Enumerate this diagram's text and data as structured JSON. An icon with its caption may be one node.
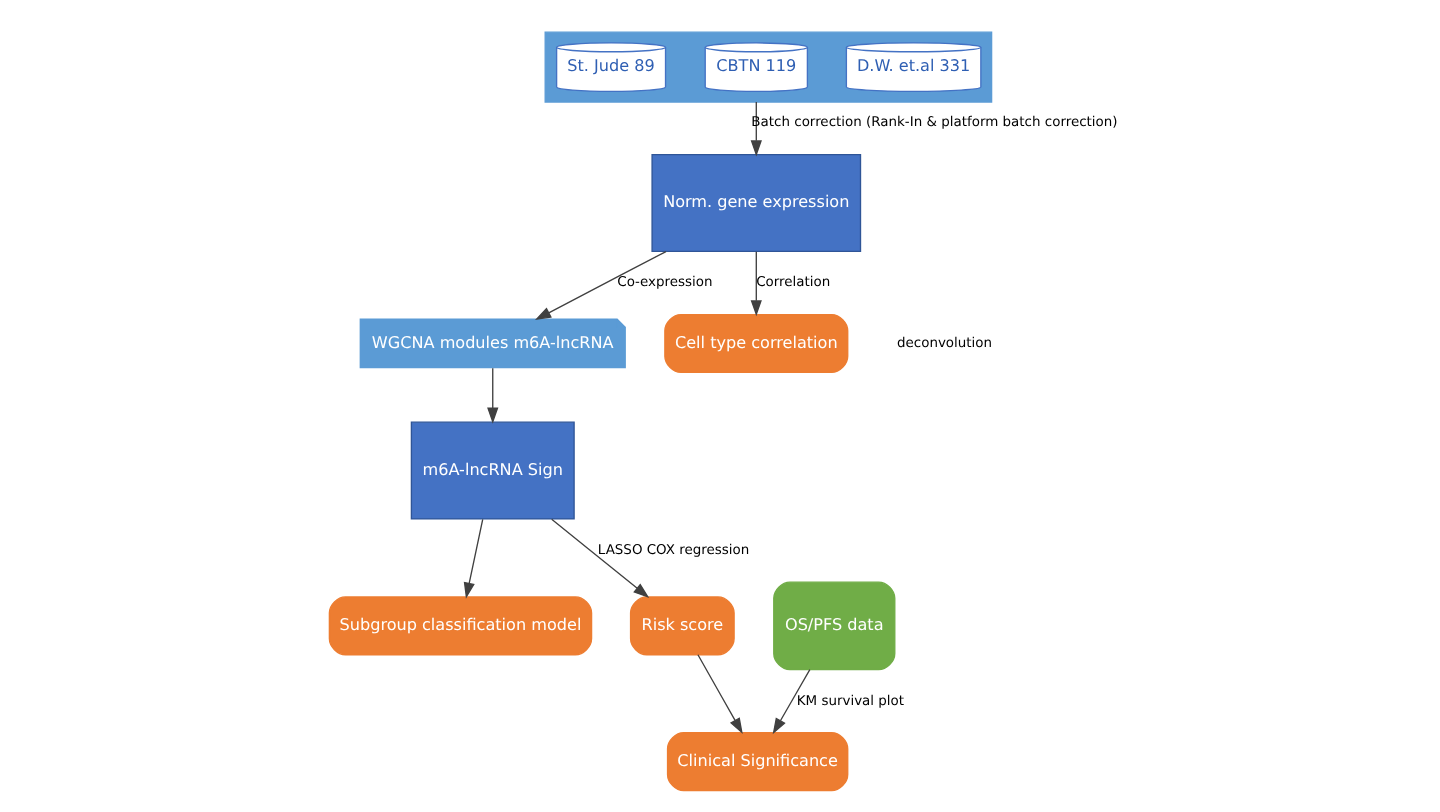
{
  "diagram": {
    "nodes": [
      {
        "text": [],
        "shape": "box"
      },
      {
        "text": [
          "D.W. et.al 331"
        ],
        "in": 0
      },
      {
        "text": [
          "CBTN 119"
        ],
        "in": 0
      },
      {
        "text": [
          "St. Jude 89"
        ],
        "in": 0
      },
      {
        "text": [
          "Norm. gene expression"
        ]
      },
      {
        "text": [
          "WGCNA modules m6A-lncRNA"
        ]
      },
      {
        "text": [
          "m6A-lncRNA Sign"
        ]
      },
      {
        "text": [
          "Subgroup classification model"
        ]
      },
      {
        "text": [
          "Cell type correlation"
        ]
      },
      {
        "text": [
          "OS/PFS data"
        ]
      },
      {
        "text": [
          "Clinical Significance"
        ]
      },
      {
        "text": [
          "Risk score"
        ]
      }
    ],
    "edges": [
      {
        "from": 0,
        "to": 4,
        "arrow": "to",
        "label": "Batch correction (Rank-In & platform batch correction)"
      },
      {
        "from": 4,
        "to": 5,
        "arrow": "to",
        "label": "Co-expression"
      },
      {
        "from": 5,
        "to": 6,
        "arrow": "to"
      },
      {
        "from": 6,
        "to": 7,
        "arrow": "to"
      },
      {
        "from": 4,
        "to": 8,
        "arrow": "to",
        "label": "Correlation"
      },
      {
        "from": 9,
        "to": 10,
        "arrow": "to",
        "label": "KM survival plot"
      },
      {
        "from": 11,
        "to": 10,
        "arrow": "to"
      },
      {
        "from": 6,
        "to": 11,
        "arrow": "to",
        "label": "LASSO COX regression"
      }
    ],
    "labels": [
      "deconvolution"
    ]
  }
}
